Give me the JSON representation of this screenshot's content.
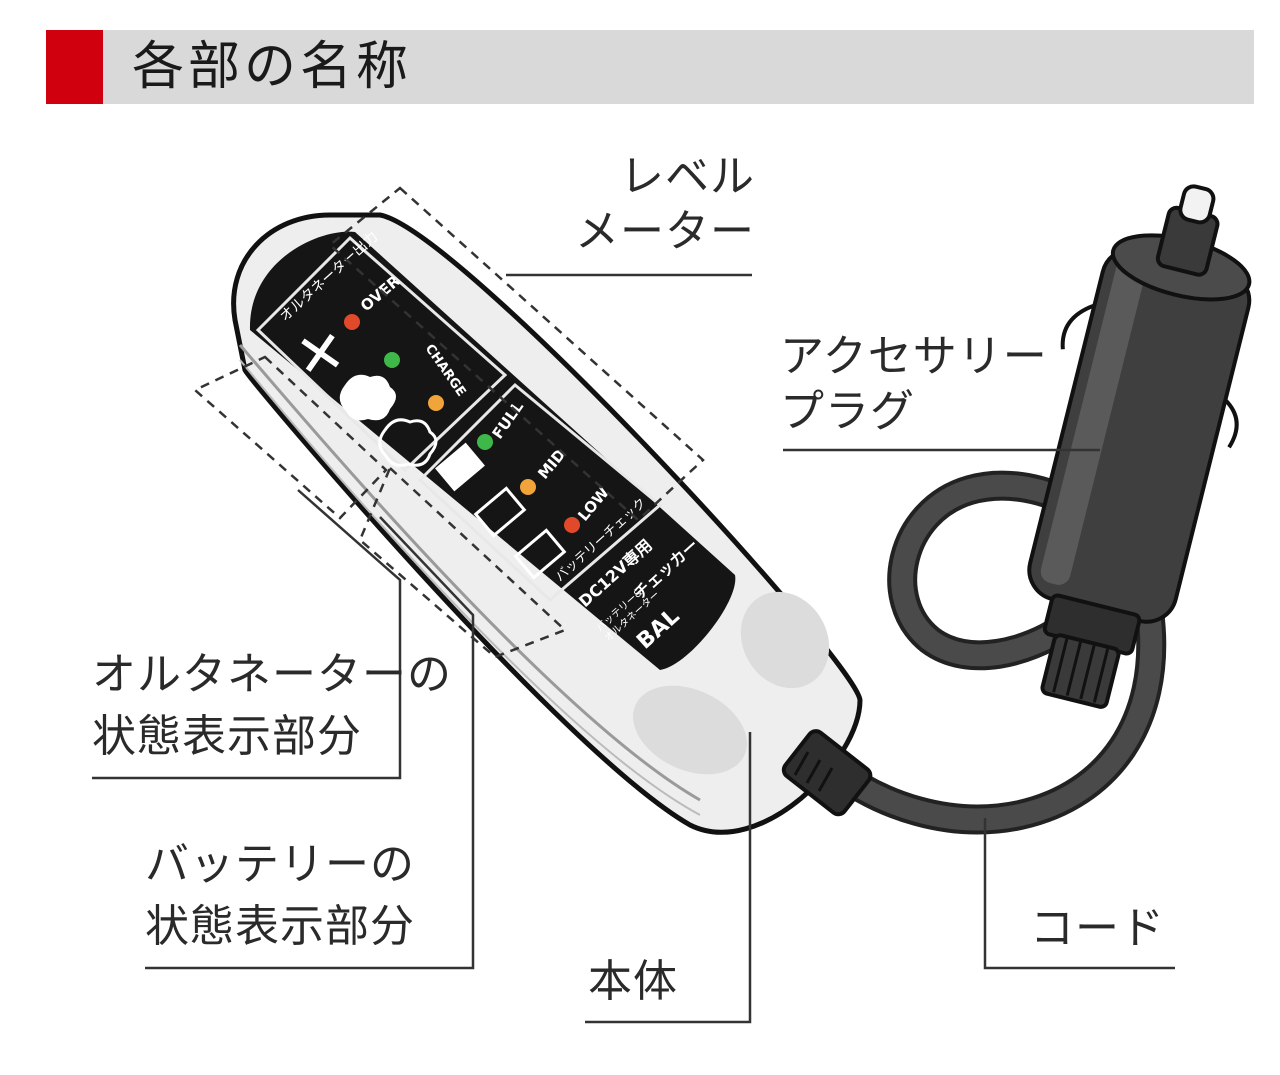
{
  "title": "各部の名称",
  "colors": {
    "accent": "#d0000f",
    "title_bg": "#d9d9d9",
    "panel": "#151515",
    "body": "#efefef",
    "cord": "#3a3a3a",
    "led_red": "#e04a2a",
    "led_green": "#3fb84a",
    "led_orange": "#f0a43a"
  },
  "callouts": {
    "level_meter": [
      "レベル",
      "メーター"
    ],
    "accessory_plug": [
      "アクセサリー",
      "プラグ"
    ],
    "alternator_status": [
      "オルタネーターの",
      "状態表示部分"
    ],
    "battery_status": [
      "バッテリーの",
      "状態表示部分"
    ],
    "main_body": "本体",
    "cord": "コード"
  },
  "device": {
    "alternator_section": {
      "heading": "オルタネーター出力",
      "over": "OVER",
      "charge": "CHARGE"
    },
    "battery_section": {
      "full": "FULL",
      "mid": "MID",
      "low": "LOW",
      "heading": "バッテリーチェック"
    },
    "label_lines": [
      "DC12V専用",
      "バッテリー&",
      "オルタネーター",
      "チェッカー"
    ],
    "brand": "BAL"
  }
}
